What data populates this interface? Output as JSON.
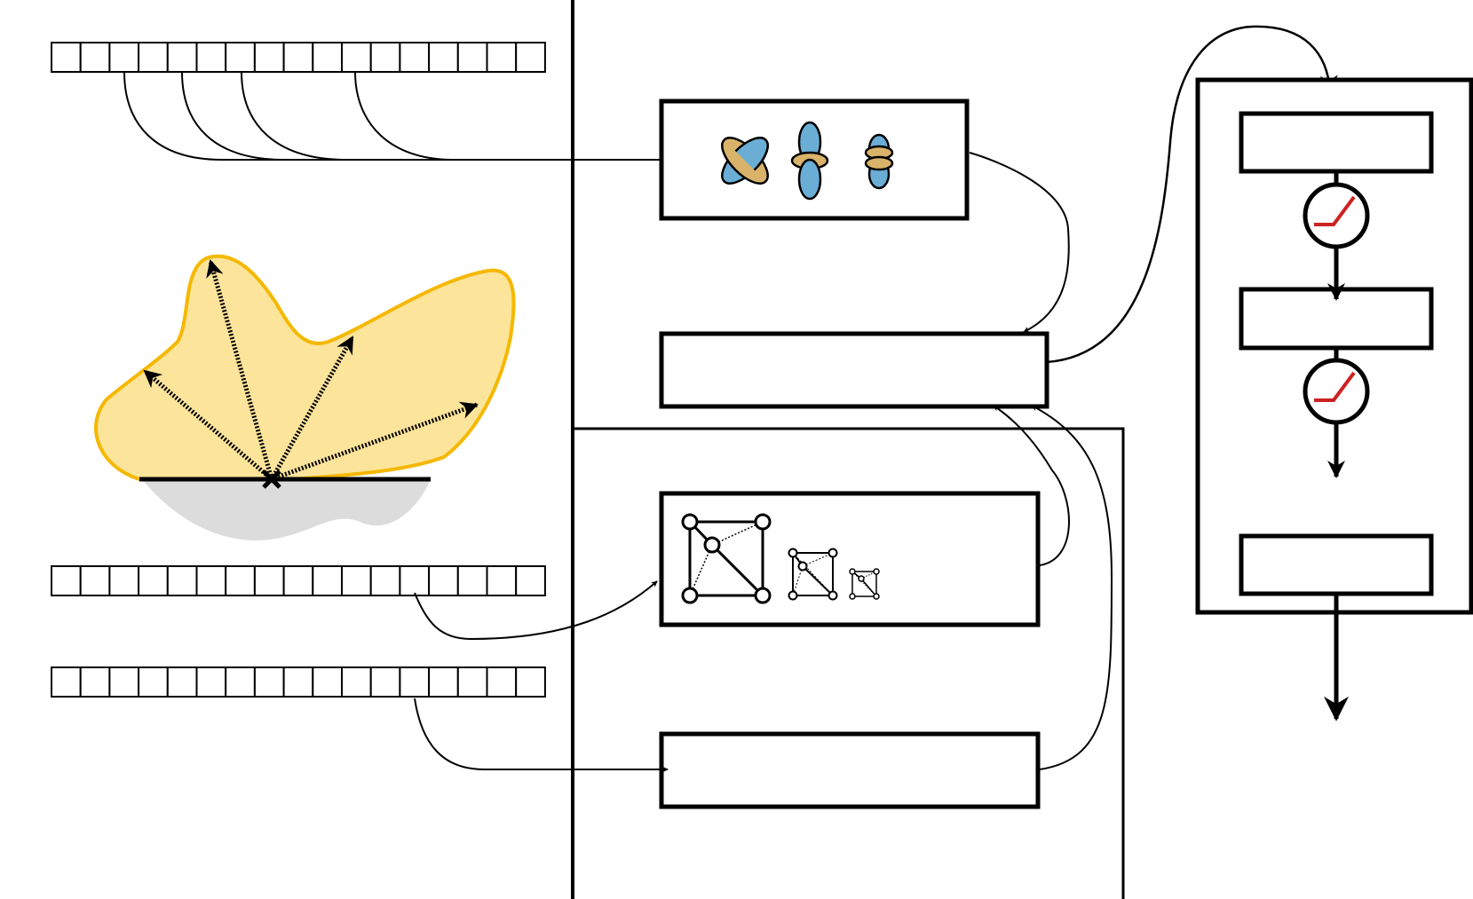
{
  "colors": {
    "stroke": "#000000",
    "lobe_fill": "#fce49a",
    "lobe_stroke": "#f5b800",
    "shadow_fill": "#dcdcdc",
    "orbital_blue": "#6aaed6",
    "orbital_tan": "#d9b36a",
    "activation_red": "#cc2222"
  },
  "sequences": [
    {
      "id": "sequence-top",
      "cells": 17
    },
    {
      "id": "sequence-middle",
      "cells": 17
    },
    {
      "id": "sequence-bottom",
      "cells": 17
    }
  ],
  "icons": {
    "orbitals": [
      "d-orbital-icon",
      "p-orbital-icon",
      "dz2-orbital-icon"
    ],
    "meshes": [
      "mesh-large-icon",
      "mesh-medium-icon",
      "mesh-small-icon"
    ],
    "activation": "relu-activation-icon",
    "directional_lobe": "directional-lobe-icon"
  }
}
